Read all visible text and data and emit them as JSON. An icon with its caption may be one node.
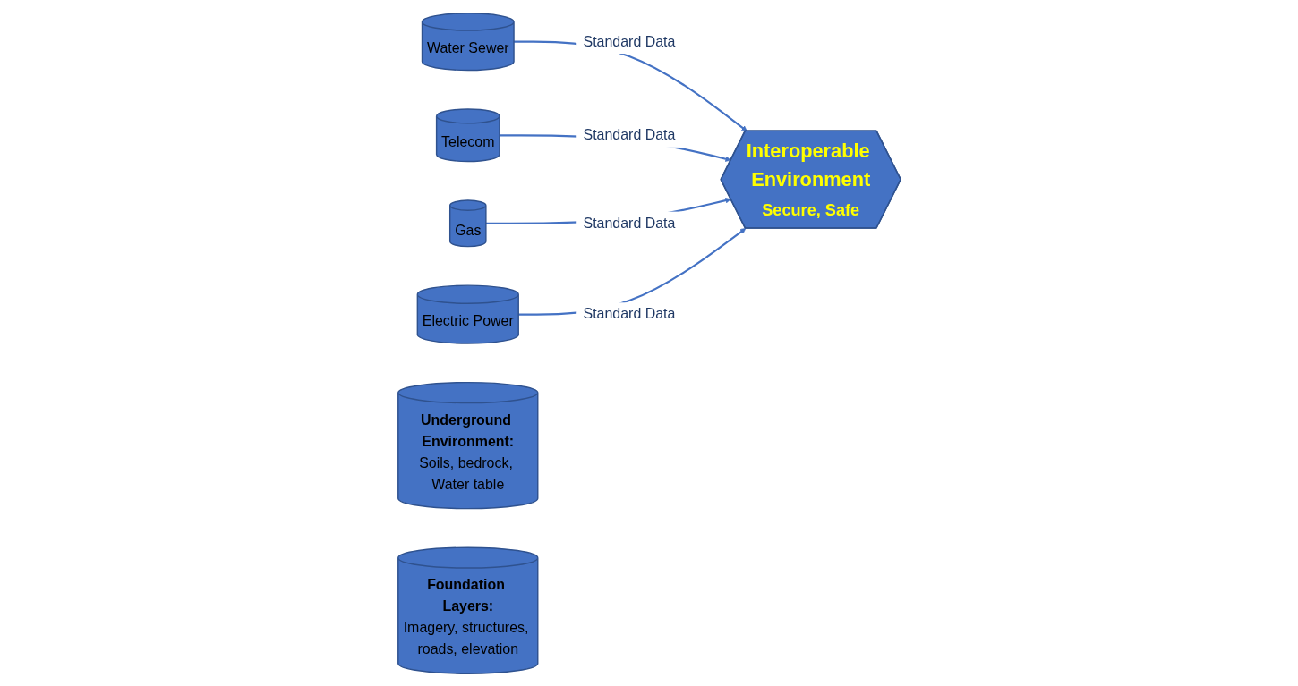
{
  "diagram": {
    "nodes": [
      {
        "text": [
          "Interoperable Environment",
          "Secure, Safe"
        ]
      },
      {
        "text": [
          "Water Sewer"
        ]
      },
      {
        "text": [
          "Telecom"
        ]
      },
      {
        "text": [
          "Gas"
        ]
      },
      {
        "text": [
          "Electric Power"
        ]
      },
      {
        "text": [
          "Underground Environment:",
          "Soils, bedrock, Water table"
        ]
      },
      {
        "text": [
          "Foundation Layers:",
          "Imagery, structures, roads, elevation"
        ]
      }
    ],
    "edges": [
      {
        "from": 1,
        "to": 0,
        "arrow": "to",
        "label": "Standard Data"
      },
      {
        "from": 2,
        "to": 0,
        "arrow": "to",
        "label": "Standard Data"
      },
      {
        "from": 3,
        "to": 0,
        "arrow": "to",
        "label": "Standard Data"
      },
      {
        "from": 4,
        "to": 0,
        "arrow": "to",
        "label": "Standard Data"
      }
    ]
  }
}
